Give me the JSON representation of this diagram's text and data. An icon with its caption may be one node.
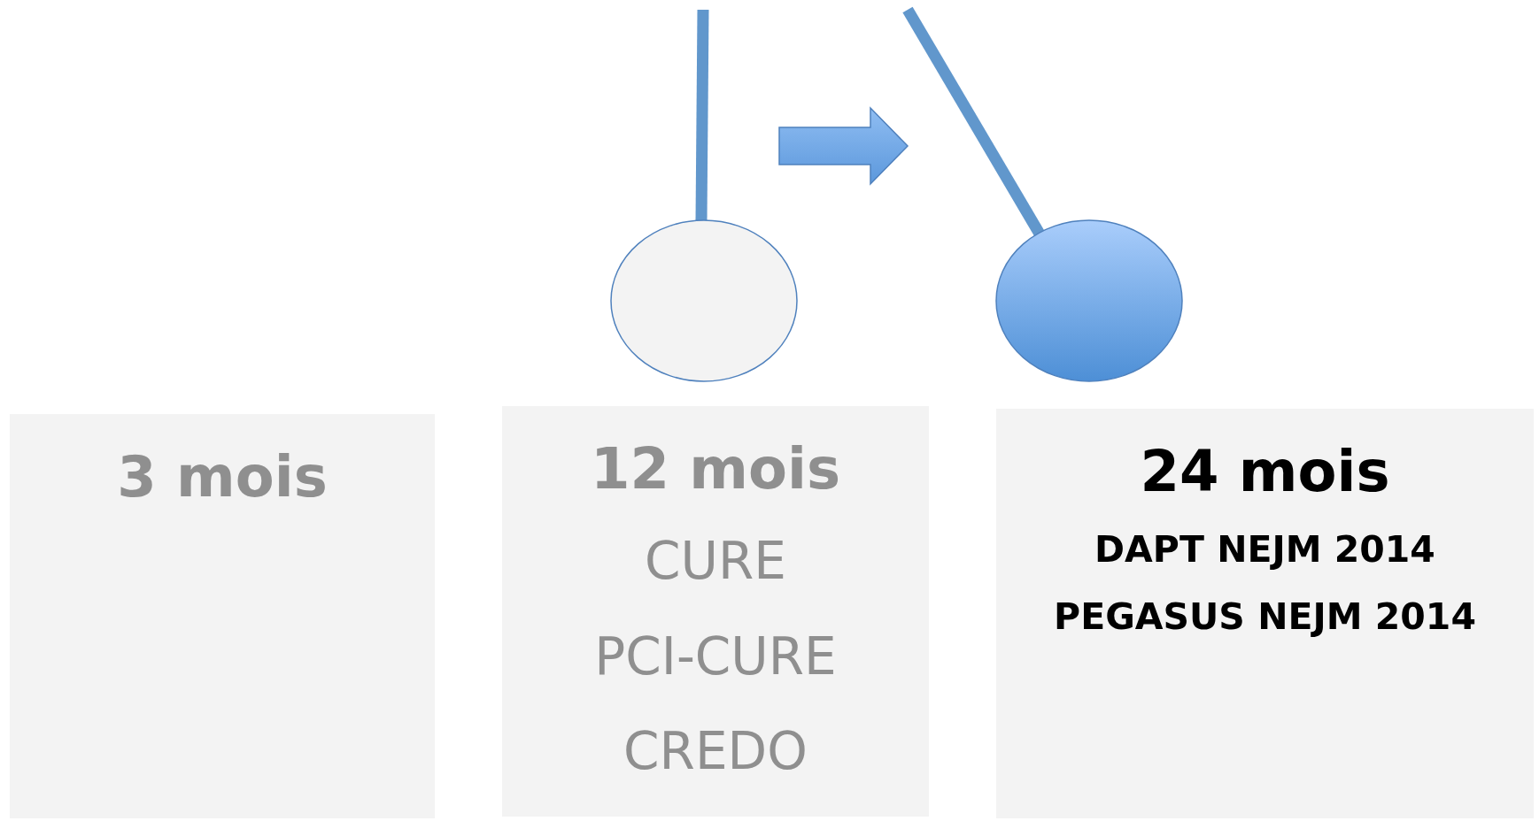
{
  "diagram": {
    "nodes": [
      {
        "text": [
          "3 mois"
        ]
      },
      {
        "text": [
          "12 mois",
          "CURE",
          "PCI-CURE",
          "CREDO"
        ]
      },
      {
        "text": [
          "24 mois",
          "DAPT NEJM 2014",
          "PEGASUS NEJM 2014"
        ]
      },
      {
        "text": [],
        "shape": "circle"
      },
      {
        "text": [],
        "shape": "circle"
      }
    ],
    "edges": [
      {
        "from": 3,
        "to": 4,
        "arrow": "to",
        "style": "thick"
      }
    ]
  }
}
